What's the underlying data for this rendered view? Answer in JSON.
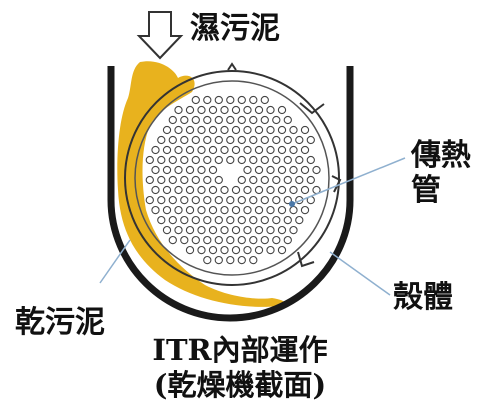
{
  "labels": {
    "wet_sludge": "濕污泥",
    "heat_tube": "傳熱管",
    "shell": "殼體",
    "dry_sludge": "乾污泥"
  },
  "caption": {
    "line1": "ITR內部運作",
    "line2": "(乾燥機截面)"
  },
  "colors": {
    "sludge": "#E8B21E",
    "shell": "#1a1a1a",
    "pointer": "#8fb0cf"
  }
}
